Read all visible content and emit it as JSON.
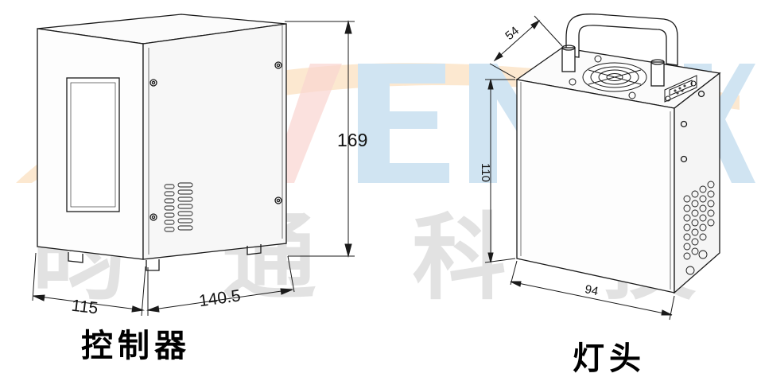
{
  "watermark": {
    "logo_text": "AVENTK",
    "cn_text": "昀 通 科 技",
    "colors": {
      "red": "#e8452c",
      "orange": "#f29a2e",
      "blue": "#2e86c8",
      "gray": "#d0d0d0"
    }
  },
  "controller": {
    "dim_height": "169",
    "dim_depth": "140.5",
    "dim_width": "115",
    "caption": "控制器"
  },
  "lamp_head": {
    "dim_width": "94",
    "dim_height": "110",
    "dim_depth": "54",
    "caption": "灯头"
  }
}
